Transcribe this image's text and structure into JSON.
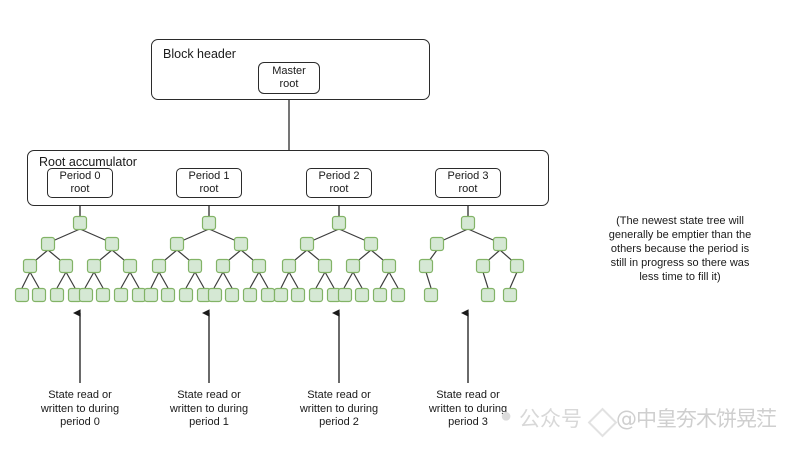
{
  "diagram": {
    "background_color": "#ffffff",
    "node_fill": "#d5e8d4",
    "node_stroke": "#82b366",
    "line_color": "#2b2b2b",
    "block_header": {
      "title": "Block header",
      "master_root": {
        "line1": "Master",
        "line2": "root"
      }
    },
    "root_accumulator": {
      "title": "Root accumulator",
      "period_roots": [
        {
          "line1": "Period 0",
          "line2": "root"
        },
        {
          "line1": "Period 1",
          "line2": "root"
        },
        {
          "line1": "Period 2",
          "line2": "root"
        },
        {
          "line1": "Period 3",
          "line2": "root"
        }
      ]
    },
    "note": "(The newest state tree will\ngenerally be emptier than the\nothers because the period is\nstill in progress so there was\nless time to fill it)",
    "captions": [
      "State read or\nwritten to during\nperiod 0",
      "State read or\nwritten to during\nperiod 1",
      "State read or\nwritten to during\nperiod 2",
      "State read or\nwritten to during\nperiod 3"
    ],
    "trees": [
      {
        "label": "period-0-state-tree",
        "complete": true,
        "levels": 4,
        "leaf_count": 8
      },
      {
        "label": "period-1-state-tree",
        "complete": true,
        "levels": 4,
        "leaf_count": 8
      },
      {
        "label": "period-2-state-tree",
        "complete": true,
        "levels": 4,
        "leaf_count": 8
      },
      {
        "label": "period-3-state-tree",
        "complete": false,
        "levels": 4,
        "leaf_count": 3
      }
    ],
    "watermark": {
      "text_left": "公众号",
      "text_right": "@中皇夯木饼晃茳",
      "at_symbol": "@"
    }
  }
}
